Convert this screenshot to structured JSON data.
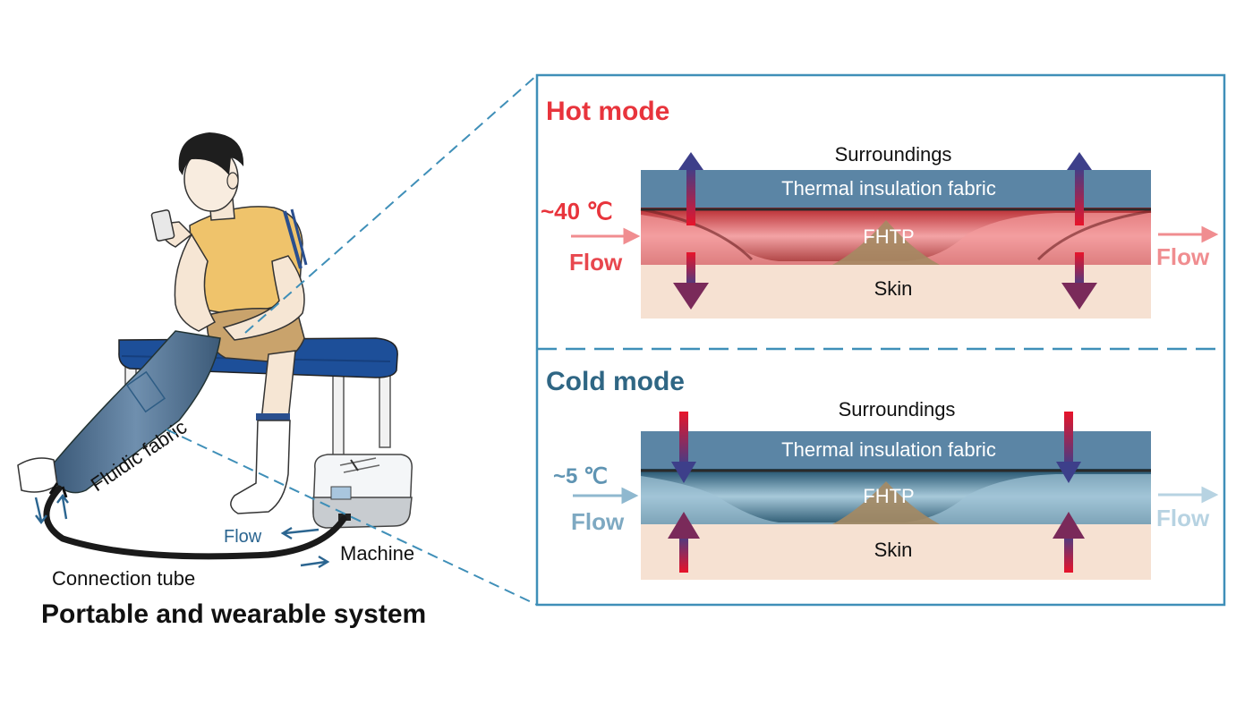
{
  "left_panel": {
    "fabric_label": "Fluidic fabric",
    "flow_label": "Flow",
    "machine_label": "Machine",
    "tube_label": "Connection tube",
    "caption": "Portable and wearable system"
  },
  "hot_mode": {
    "title": "Hot mode",
    "surroundings": "Surroundings",
    "insulation": "Thermal insulation fabric",
    "fhtp": "FHTP",
    "skin": "Skin",
    "temperature": "~40 ℃",
    "flow_in": "Flow",
    "flow_out": "Flow"
  },
  "cold_mode": {
    "title": "Cold mode",
    "surroundings": "Surroundings",
    "insulation": "Thermal insulation fabric",
    "fhtp": "FHTP",
    "skin": "Skin",
    "temperature": "~5 ℃",
    "flow_in": "Flow",
    "flow_out": "Flow"
  },
  "colors": {
    "hot": "#e8343c",
    "cold": "#2f6684",
    "frame": "#3f8fb8",
    "insulation": "#5b85a5",
    "skin": "#f6e1d2",
    "hot_fluid": "#f08d90",
    "cold_fluid": "#8fb8cf"
  }
}
